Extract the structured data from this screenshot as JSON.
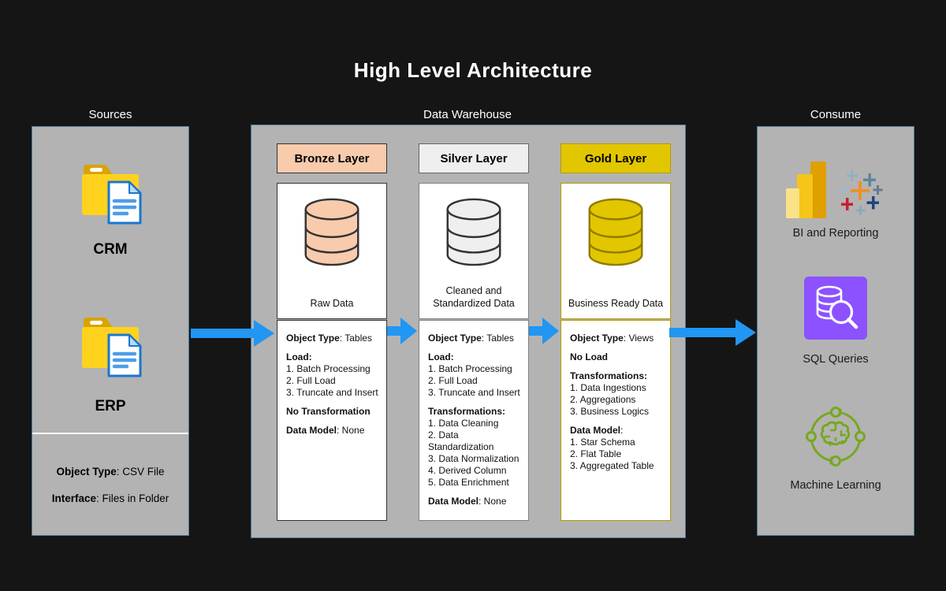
{
  "title": "High Level Architecture",
  "colors": {
    "background": "#151515",
    "panel_gray": "#B3B3B3",
    "arrow": "#2196F3",
    "bronze": "#F8CBAD",
    "silver": "#EFEFEF",
    "gold": "#E2C600",
    "gold_border": "#B39B00",
    "silver_border": "#7F7F7F",
    "dark_border": "#333333",
    "sql_purple": "#8C52FF",
    "ml_green": "#76A81F"
  },
  "sources": {
    "label": "Sources",
    "items": [
      {
        "label": "CRM",
        "icon": "folder-file-icon"
      },
      {
        "label": "ERP",
        "icon": "folder-file-icon"
      }
    ],
    "meta": [
      {
        "b": "Object Type",
        "t": ": CSV File"
      },
      {
        "b": "Interface",
        "t": ": Files in Folder"
      }
    ]
  },
  "warehouse": {
    "label": "Data Warehouse",
    "layers": [
      {
        "name": "Bronze Layer",
        "icon": "database-icon",
        "caption": "Raw Data",
        "details": [
          [
            {
              "b": "Object Type"
            },
            {
              "t": ": Tables"
            }
          ],
          [],
          [
            {
              "b": "Load:"
            }
          ],
          [
            {
              "t": "1. Batch Processing"
            }
          ],
          [
            {
              "t": "2. Full Load"
            }
          ],
          [
            {
              "t": "3. Truncate and Insert"
            }
          ],
          [],
          [
            {
              "b": "No Transformation"
            }
          ],
          [],
          [
            {
              "b": "Data Model"
            },
            {
              "t": ": None"
            }
          ]
        ]
      },
      {
        "name": "Silver Layer",
        "icon": "database-icon",
        "caption": "Cleaned and Standardized Data",
        "details": [
          [
            {
              "b": "Object Type"
            },
            {
              "t": ": Tables"
            }
          ],
          [],
          [
            {
              "b": "Load:"
            }
          ],
          [
            {
              "t": "1. Batch Processing"
            }
          ],
          [
            {
              "t": "2. Full Load"
            }
          ],
          [
            {
              "t": "3. Truncate and Insert"
            }
          ],
          [],
          [
            {
              "b": "Transformations:"
            }
          ],
          [
            {
              "t": "1. Data Cleaning"
            }
          ],
          [
            {
              "t": "2. Data Standardization"
            }
          ],
          [
            {
              "t": "3. Data Normalization"
            }
          ],
          [
            {
              "t": "4. Derived Column"
            }
          ],
          [
            {
              "t": "5. Data Enrichment"
            }
          ],
          [],
          [
            {
              "b": "Data Model"
            },
            {
              "t": ": None"
            }
          ]
        ]
      },
      {
        "name": "Gold Layer",
        "icon": "database-icon",
        "caption": "Business Ready Data",
        "details": [
          [
            {
              "b": "Object Type"
            },
            {
              "t": ": Views"
            }
          ],
          [],
          [
            {
              "b": "No Load"
            }
          ],
          [],
          [
            {
              "b": "Transformations:"
            }
          ],
          [
            {
              "t": "1. Data Ingestions"
            }
          ],
          [
            {
              "t": "2. Aggregations"
            }
          ],
          [
            {
              "t": "3. Business Logics"
            }
          ],
          [],
          [
            {
              "b": "Data Model"
            },
            {
              "t": ":"
            }
          ],
          [
            {
              "t": "1. Star Schema"
            }
          ],
          [
            {
              "t": "2. Flat Table"
            }
          ],
          [
            {
              "t": "3. Aggregated Table"
            }
          ]
        ]
      }
    ]
  },
  "consume": {
    "label": "Consume",
    "items": [
      {
        "label": "BI and Reporting",
        "icons": [
          "powerbi-icon",
          "tableau-icon"
        ]
      },
      {
        "label": "SQL Queries",
        "icons": [
          "sql-search-icon"
        ]
      },
      {
        "label": "Machine Learning",
        "icons": [
          "ml-brain-icon"
        ]
      }
    ]
  }
}
